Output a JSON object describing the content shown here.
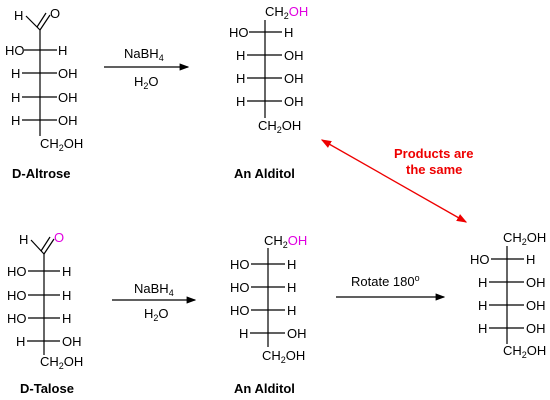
{
  "reaction_top": {
    "reactant_name": "D-Altrose",
    "product_name": "An Alditol",
    "reagent_line1": "NaBH4",
    "reagent_line2": "H2O"
  },
  "reaction_bottom": {
    "reactant_name": "D-Talose",
    "product_name": "An Alditol",
    "reagent_line1": "NaBH4",
    "reagent_line2": "H2O",
    "rotate_label": "Rotate 180o"
  },
  "note": {
    "line1": "Products are",
    "line2": "the same"
  },
  "atoms": {
    "H": "H",
    "O": "O",
    "HO": "HO",
    "OH": "OH",
    "CH2OH": "CH2OH"
  },
  "colors": {
    "highlight": "#e000e0",
    "note": "#ee0000",
    "ink": "#000000"
  }
}
